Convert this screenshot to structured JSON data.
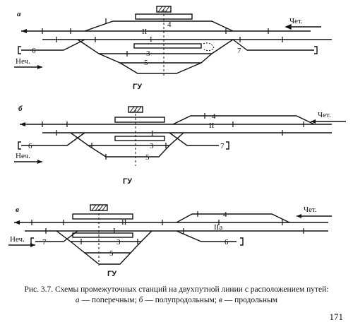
{
  "diagrams": [
    {
      "letter": "а",
      "chet": "Чет.",
      "nechet": "Неч.",
      "gu": "ГУ",
      "tracks": {
        "t4": "4",
        "t2": "II",
        "t1": "I",
        "t3": "3",
        "t5": "5",
        "t6": "6",
        "t7": "7"
      }
    },
    {
      "letter": "б",
      "chet": "Чет.",
      "nechet": "Неч.",
      "gu": "ГУ",
      "tracks": {
        "t4": "4",
        "t2": "II",
        "t1": "I",
        "t3": "3",
        "t5": "5",
        "t6": "6",
        "t7": "7"
      }
    },
    {
      "letter": "в",
      "chet": "Чет.",
      "nechet": "Неч.",
      "gu": "ГУ",
      "tracks": {
        "t4": "4",
        "t2": "II",
        "t1": "I",
        "t2a": "IIa",
        "t3": "3",
        "t5": "5",
        "t6": "6",
        "t7": "7"
      }
    }
  ],
  "caption": {
    "line1": "Рис. 3.7. Схемы промежуточных станций на двухпутной линии с расположением путей:",
    "line2_a": "а",
    "line2_a_text": " — поперечным; ",
    "line2_b": "б",
    "line2_b_text": " — полупродольным; ",
    "line2_c": "в",
    "line2_c_text": " — продольным"
  },
  "page_number": "171"
}
